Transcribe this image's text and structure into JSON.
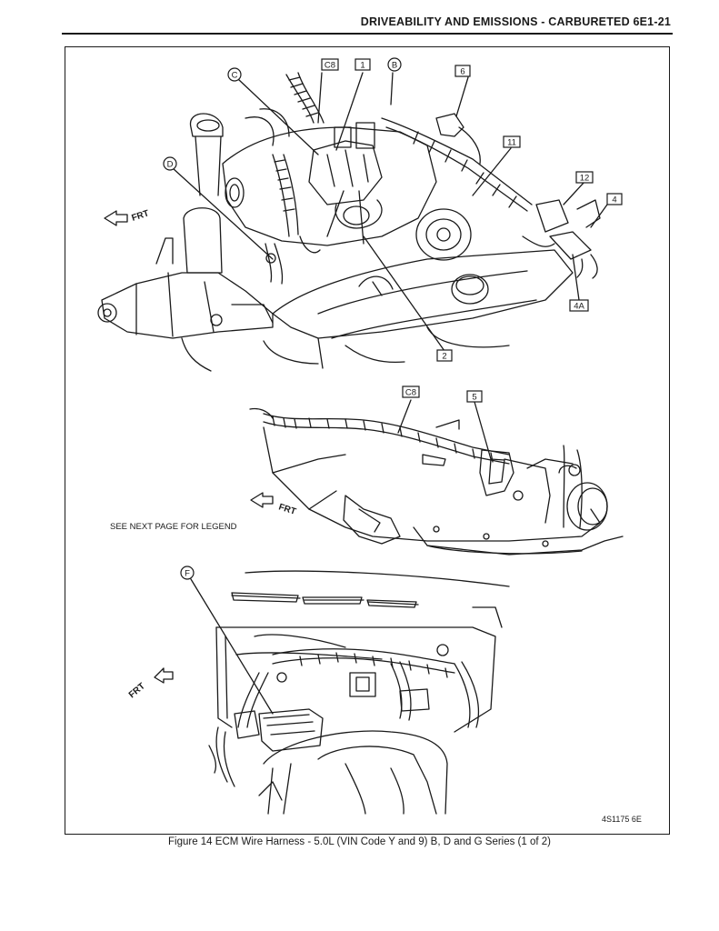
{
  "header": {
    "title": "DRIVEABILITY AND EMISSIONS - CARBURETED  6E1-21"
  },
  "callouts": {
    "c": "C",
    "c8": "C8",
    "one": "1",
    "b": "B",
    "six": "6",
    "eleven": "11",
    "d": "D",
    "twelve": "12",
    "four": "4",
    "fourA": "4A",
    "two": "2",
    "c8_lower": "C8",
    "five": "5",
    "f": "F"
  },
  "direction": {
    "front": "FRT"
  },
  "notes": {
    "legend": "SEE NEXT PAGE FOR LEGEND",
    "part_number": "4S1175 6E"
  },
  "caption": "Figure 14 ECM Wire Harness - 5.0L (VIN Code Y and 9) B, D and G Series (1 of 2)"
}
